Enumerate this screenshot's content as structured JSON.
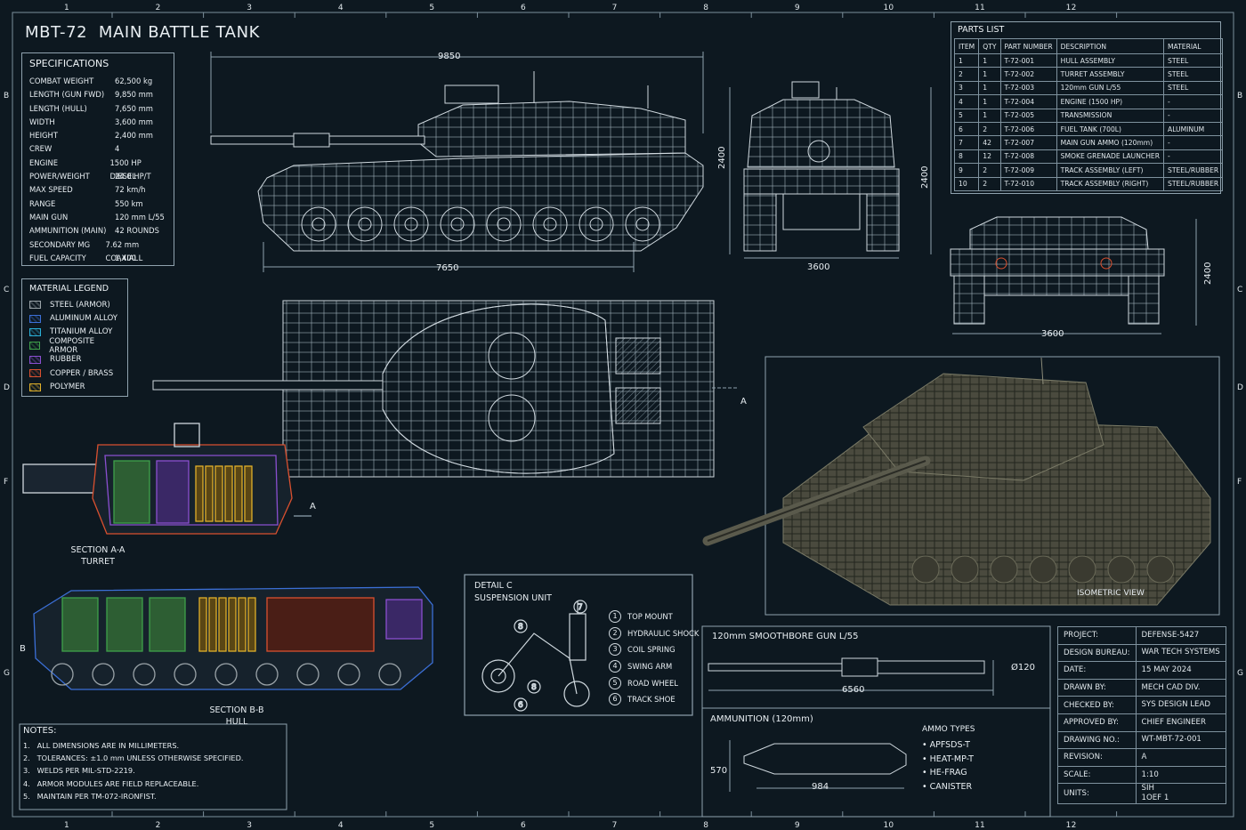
{
  "title": "MBT-72  MAIN BATTLE TANK",
  "grid": {
    "columns": [
      "1",
      "2",
      "3",
      "4",
      "5",
      "6",
      "7",
      "8",
      "9",
      "10",
      "11",
      "12"
    ],
    "rows": [
      "B",
      "C",
      "D",
      "F",
      "G"
    ]
  },
  "specifications": {
    "header": "SPECIFICATIONS",
    "rows": [
      {
        "k": "COMBAT WEIGHT",
        "v": "62,500 kg"
      },
      {
        "k": "LENGTH (GUN FWD)",
        "v": "9,850 mm"
      },
      {
        "k": "LENGTH (HULL)",
        "v": "7,650 mm"
      },
      {
        "k": "WIDTH",
        "v": "3,600 mm"
      },
      {
        "k": "HEIGHT",
        "v": "2,400 mm"
      },
      {
        "k": "CREW",
        "v": "4"
      },
      {
        "k": "ENGINE",
        "v": "1500 HP DIESEL"
      },
      {
        "k": "POWER/WEIGHT",
        "v": "24.0 HP/T"
      },
      {
        "k": "MAX SPEED",
        "v": "72 km/h"
      },
      {
        "k": "RANGE",
        "v": "550 km"
      },
      {
        "k": "MAIN GUN",
        "v": "120 mm L/55"
      },
      {
        "k": "AMMUNITION (MAIN)",
        "v": "42 ROUNDS"
      },
      {
        "k": "SECONDARY MG",
        "v": "7.62 mm COAXIAL"
      },
      {
        "k": "FUEL CAPACITY",
        "v": "1,400 L"
      }
    ]
  },
  "material_legend": {
    "header": "MATERIAL LEGEND",
    "items": [
      {
        "label": "STEEL (ARMOR)",
        "color": "#9aa3a8"
      },
      {
        "label": "ALUMINUM ALLOY",
        "color": "#3b6fd6"
      },
      {
        "label": "TITANIUM ALLOY",
        "color": "#2ab0d8"
      },
      {
        "label": "COMPOSITE ARMOR",
        "color": "#3fa14a"
      },
      {
        "label": "RUBBER",
        "color": "#8a4fd0"
      },
      {
        "label": "COPPER / BRASS",
        "color": "#d9502f"
      },
      {
        "label": "POLYMER",
        "color": "#e0b02a"
      }
    ]
  },
  "parts_list": {
    "header": "PARTS LIST",
    "columns": [
      "ITEM",
      "QTY",
      "PART NUMBER",
      "DESCRIPTION",
      "MATERIAL"
    ],
    "rows": [
      [
        "1",
        "1",
        "T-72-001",
        "HULL ASSEMBLY",
        "STEEL"
      ],
      [
        "2",
        "1",
        "T-72-002",
        "TURRET ASSEMBLY",
        "STEEL"
      ],
      [
        "3",
        "1",
        "T-72-003",
        "120mm GUN L/55",
        "STEEL"
      ],
      [
        "4",
        "1",
        "T-72-004",
        "ENGINE (1500 HP)",
        "-"
      ],
      [
        "5",
        "1",
        "T-72-005",
        "TRANSMISSION",
        "-"
      ],
      [
        "6",
        "2",
        "T-72-006",
        "FUEL TANK (700L)",
        "ALUMINUM"
      ],
      [
        "7",
        "42",
        "T-72-007",
        "MAIN GUN AMMO (120mm)",
        "-"
      ],
      [
        "8",
        "12",
        "T-72-008",
        "SMOKE GRENADE LAUNCHER",
        "-"
      ],
      [
        "9",
        "2",
        "T-72-009",
        "TRACK ASSEMBLY (LEFT)",
        "STEEL/RUBBER"
      ],
      [
        "10",
        "2",
        "T-72-010",
        "TRACK ASSEMBLY (RIGHT)",
        "STEEL/RUBBER"
      ]
    ]
  },
  "dimensions": {
    "side_length_gun": "9850",
    "side_length_hull": "7650",
    "side_height": "2400",
    "front_height": "2400",
    "front_width": "3600",
    "rear_height": "2400",
    "rear_width": "3600"
  },
  "section_a_marker": "A",
  "section_b_marker": "B",
  "section_aa": {
    "line1": "SECTION A-A",
    "line2": "TURRET"
  },
  "section_bb": {
    "line1": "SECTION B-B",
    "line2": "HULL"
  },
  "detail_c": {
    "title_line1": "DETAIL C",
    "title_line2": "SUSPENSION UNIT",
    "callouts": [
      {
        "n": "1",
        "label": "TOP MOUNT"
      },
      {
        "n": "2",
        "label": "HYDRAULIC SHOCK"
      },
      {
        "n": "3",
        "label": "COIL SPRING"
      },
      {
        "n": "4",
        "label": "SWING ARM"
      },
      {
        "n": "5",
        "label": "ROAD WHEEL"
      },
      {
        "n": "6",
        "label": "TRACK SHOE"
      }
    ],
    "drawing_tags": [
      "7",
      "8",
      "8",
      "6"
    ]
  },
  "isometric_label": "ISOMETRIC VIEW",
  "gun": {
    "title": "120mm SMOOTHBORE GUN L/55",
    "length": "6560",
    "diameter": "Ø120"
  },
  "ammunition": {
    "title": "AMMUNITION (120mm)",
    "length": "984",
    "height": "570",
    "types_header": "AMMO TYPES",
    "types": [
      "APFSDS-T",
      "HEAT-MP-T",
      "HE-FRAG",
      "CANISTER"
    ]
  },
  "notes": {
    "header": "NOTES:",
    "items": [
      "1.   ALL DIMENSIONS ARE IN MILLIMETERS.",
      "2.   TOLERANCES: ±1.0 mm UNLESS OTHERWISE SPECIFIED.",
      "3.   WELDS PER MIL-STD-2219.",
      "4.   ARMOR MODULES ARE FIELD REPLACEABLE.",
      "5.   MAINTAIN PER TM-072-IRONFIST."
    ]
  },
  "title_block": [
    {
      "k": "PROJECT:",
      "v": "DEFENSE-5427"
    },
    {
      "k": "DESIGN BUREAU:",
      "v": "WAR TECH SYSTEMS"
    },
    {
      "k": "DATE:",
      "v": "15 MAY 2024"
    },
    {
      "k": "DRAWN BY:",
      "v": "MECH CAD DIV."
    },
    {
      "k": "CHECKED BY:",
      "v": "SYS DESIGN LEAD"
    },
    {
      "k": "APPROVED BY:",
      "v": "CHIEF ENGINEER"
    },
    {
      "k": "DRAWING NO.:",
      "v": "WT-MBT-72-001"
    },
    {
      "k": "REVISION:",
      "v": "A"
    },
    {
      "k": "SCALE:",
      "v": "1:10"
    },
    {
      "k": "UNITS:",
      "v": "SIH\n1OEF 1"
    }
  ]
}
